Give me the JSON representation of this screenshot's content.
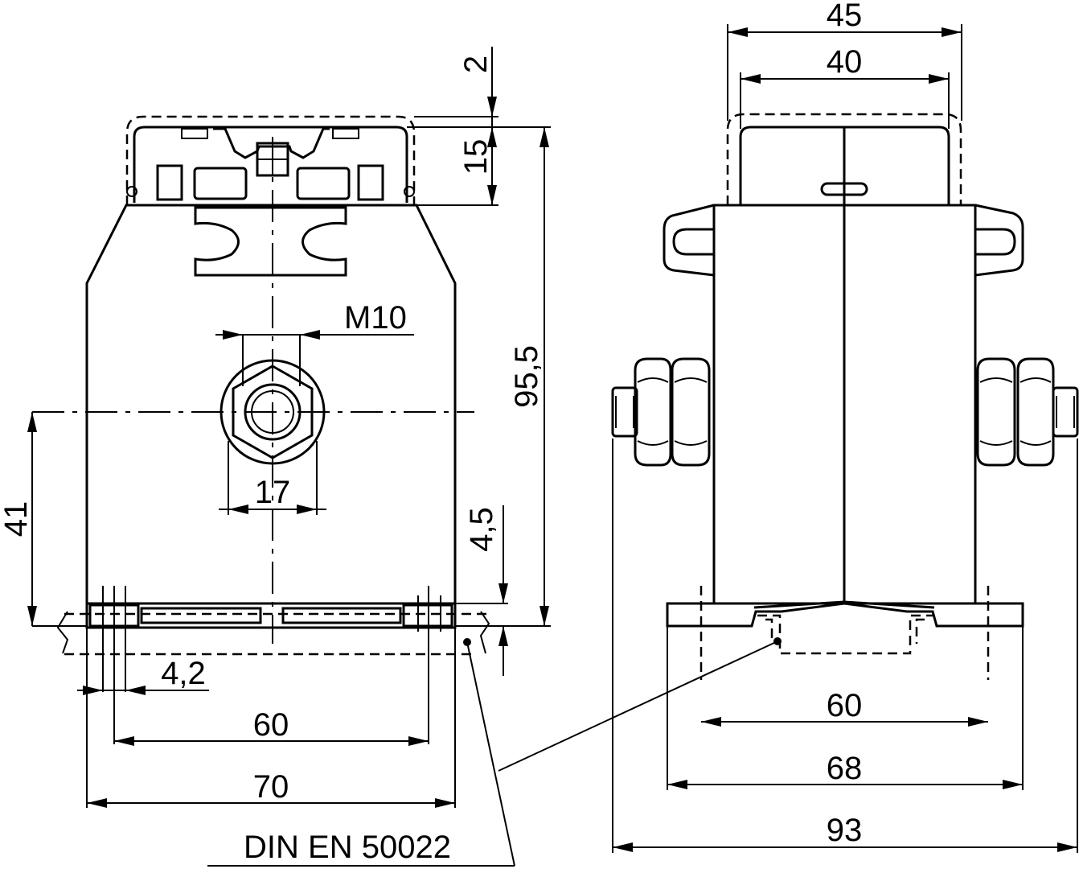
{
  "drawing": {
    "front_view": {
      "dim_overall_height": "95,5",
      "dim_cover_height": "15",
      "dim_cover_offset": "2",
      "dim_thread": "M10",
      "dim_across_flats": "17",
      "dim_center_height": "41",
      "dim_foot_height": "4,5",
      "dim_slot_width": "4,2",
      "dim_hole_spacing": "60",
      "dim_width": "70"
    },
    "side_view": {
      "dim_cover_outer": "45",
      "dim_cover_inner": "40",
      "dim_hole_spacing": "60",
      "dim_base_width": "68",
      "dim_overall_depth": "93"
    },
    "rail_label": "DIN EN 50022"
  }
}
